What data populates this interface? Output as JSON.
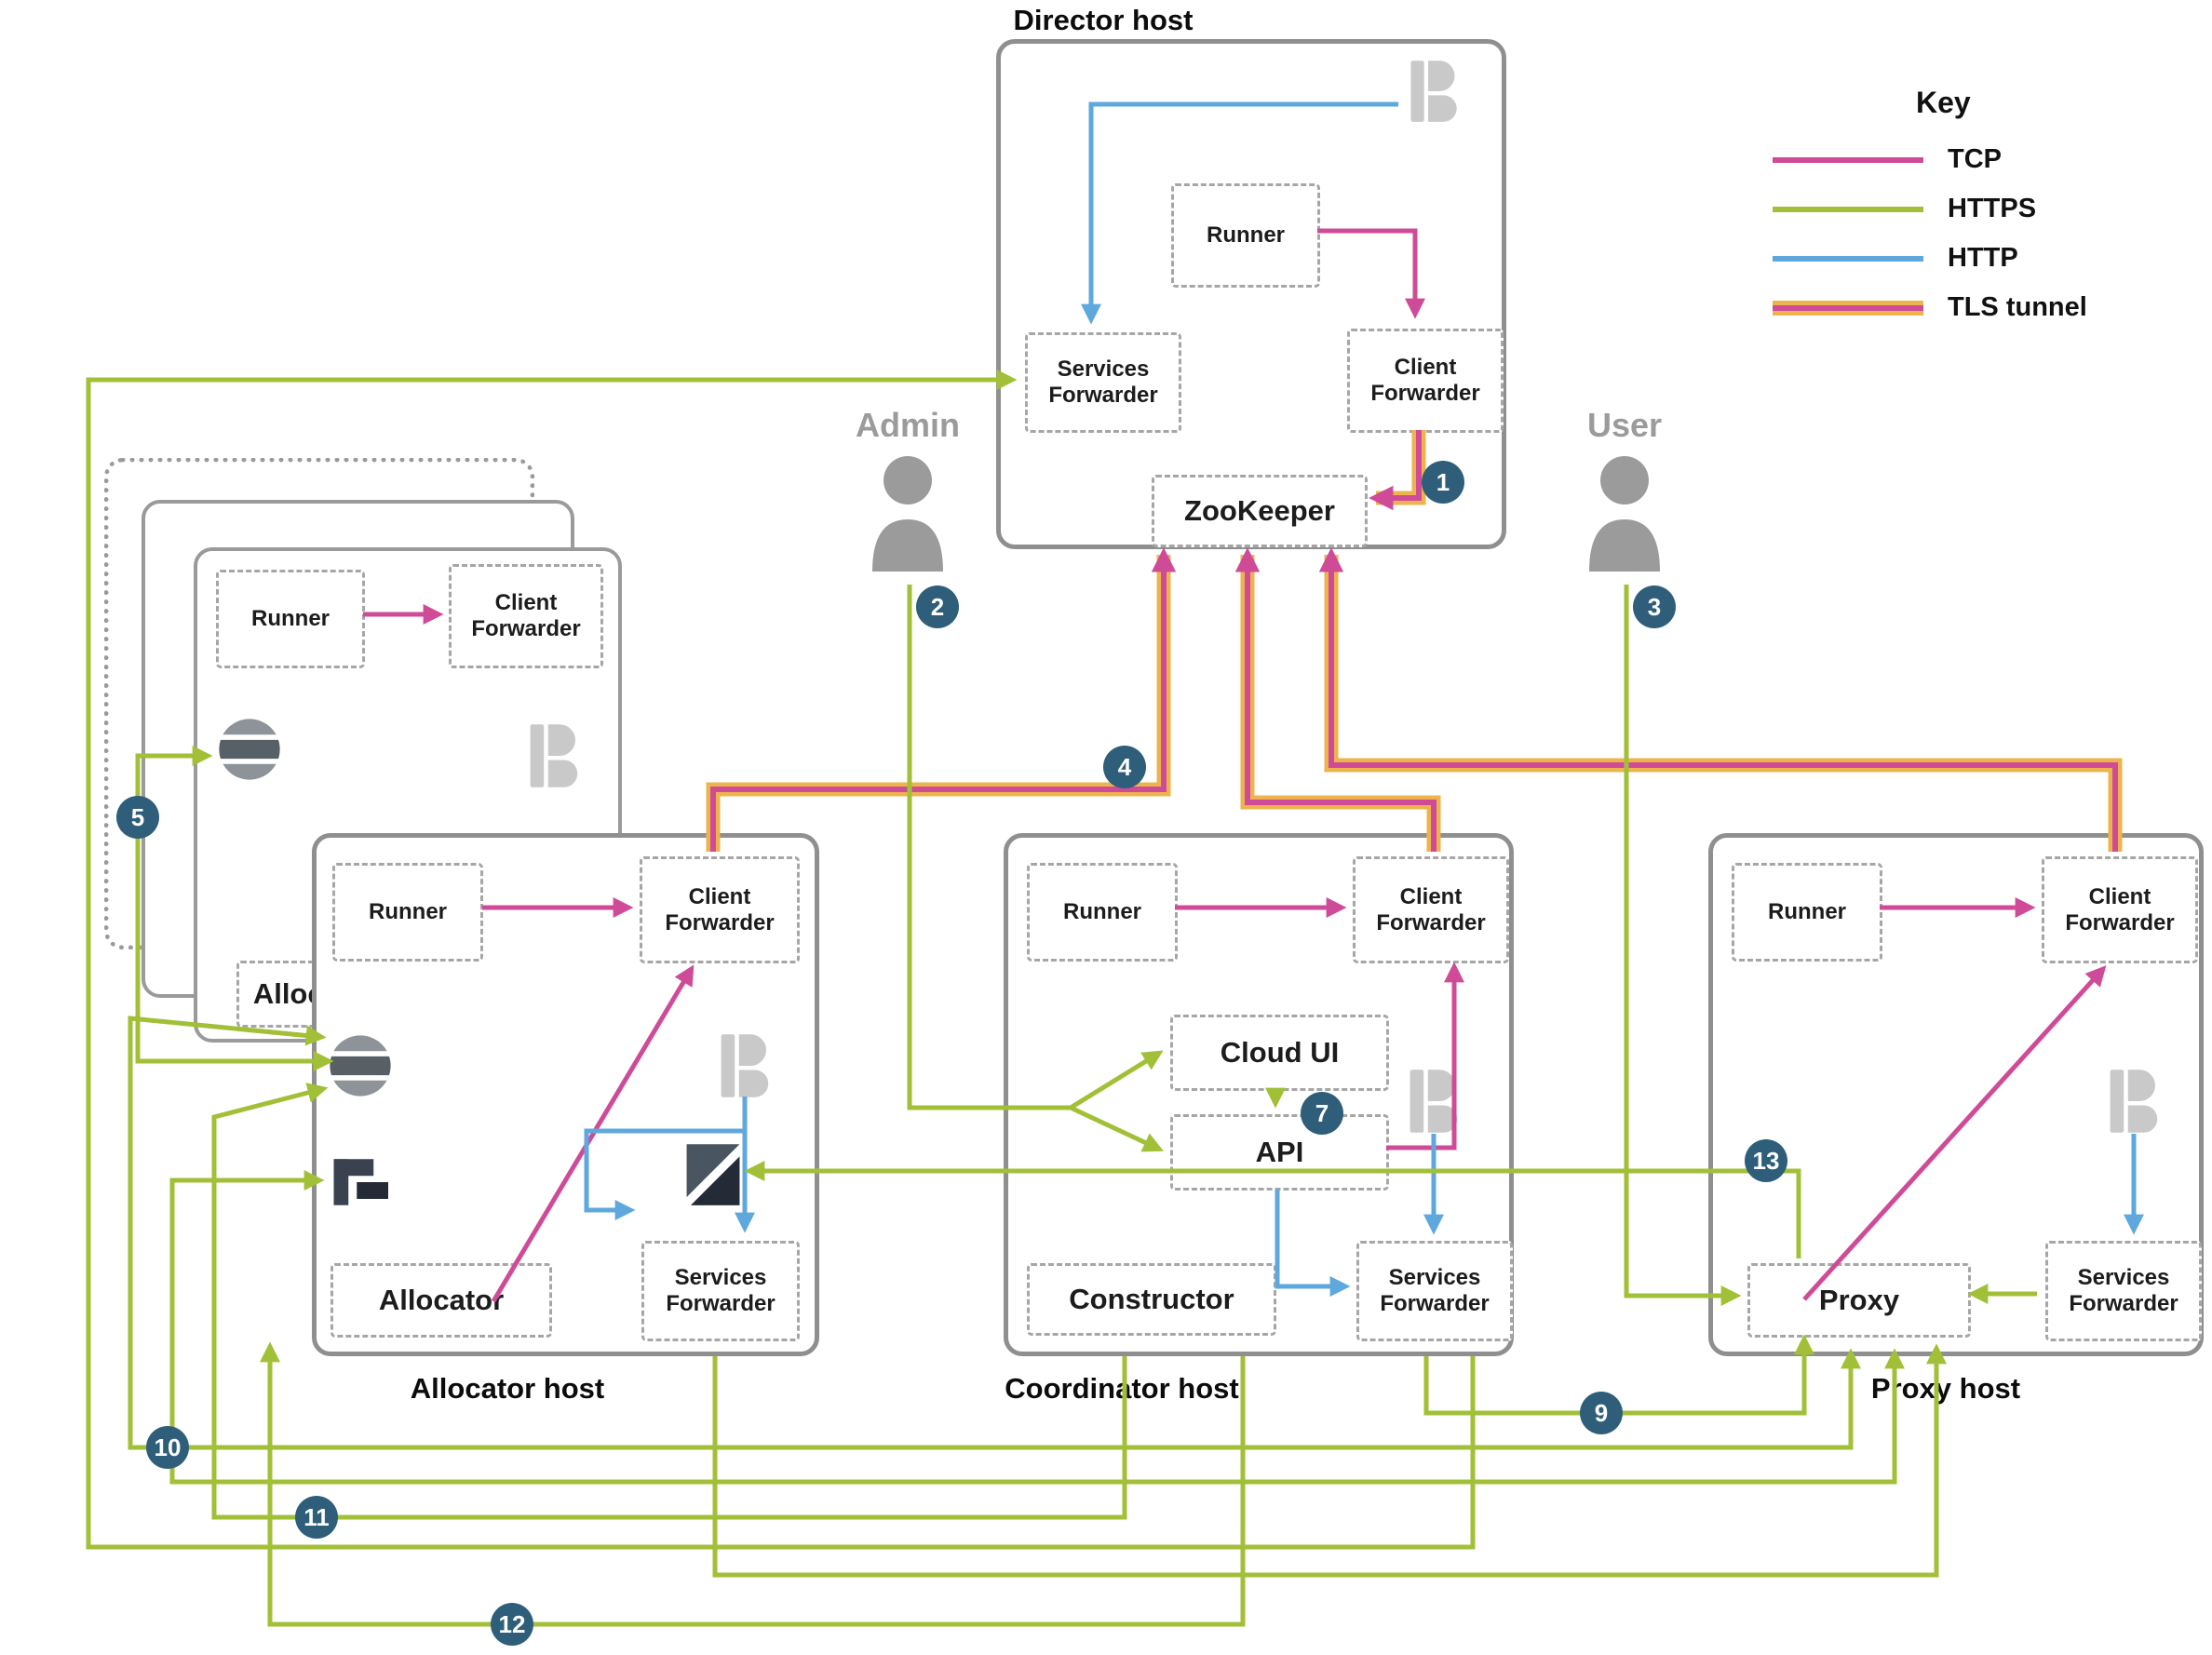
{
  "legend": {
    "title": "Key",
    "items": [
      {
        "label": "TCP",
        "color": "#cf4b98"
      },
      {
        "label": "HTTPS",
        "color": "#a2c037"
      },
      {
        "label": "HTTP",
        "color": "#5fa8de"
      },
      {
        "label": "TLS tunnel",
        "color": "#cf4b98",
        "outline_color": "#edb44d"
      }
    ]
  },
  "actors": {
    "admin": {
      "label": "Admin"
    },
    "user": {
      "label": "User"
    }
  },
  "hosts": {
    "director": {
      "title": "Director host",
      "runner": "Runner",
      "services_forwarder": "Services Forwarder",
      "client_forwarder": "Client Forwarder",
      "zookeeper": "ZooKeeper"
    },
    "allocator": {
      "title": "Allocator host",
      "runner": "Runner",
      "client_forwarder": "Client Forwarder",
      "allocator": "Allocator",
      "services_forwarder": "Services Forwarder"
    },
    "allocator_back": {
      "runner": "Runner",
      "client_forwarder": "Client Forwarder",
      "allocator": "Allocator"
    },
    "coordinator": {
      "title": "Coordinator host",
      "runner": "Runner",
      "client_forwarder": "Client Forwarder",
      "cloud_ui": "Cloud UI",
      "api": "API",
      "constructor": "Constructor",
      "services_forwarder": "Services Forwarder"
    },
    "proxy": {
      "title": "Proxy host",
      "runner": "Runner",
      "client_forwarder": "Client Forwarder",
      "proxy": "Proxy",
      "services_forwarder": "Services Forwarder"
    }
  },
  "steps": {
    "s1": "1",
    "s2": "2",
    "s3": "3",
    "s4": "4",
    "s5": "5",
    "s7": "7",
    "s9": "9",
    "s10": "10",
    "s11": "11",
    "s12": "12",
    "s13": "13"
  },
  "icons": [
    "b-logo",
    "elasticsearch-logo",
    "kibana-logo",
    "product-logo",
    "admin-person-icon",
    "user-person-icon"
  ],
  "colors": {
    "tcp": "#cf4b98",
    "https": "#a2c037",
    "http": "#5fa8de",
    "tls_outline": "#edb44d",
    "step_badge": "#2e5e7a",
    "host_border": "#8f8f8f",
    "muted_gray": "#9b9b9b"
  }
}
